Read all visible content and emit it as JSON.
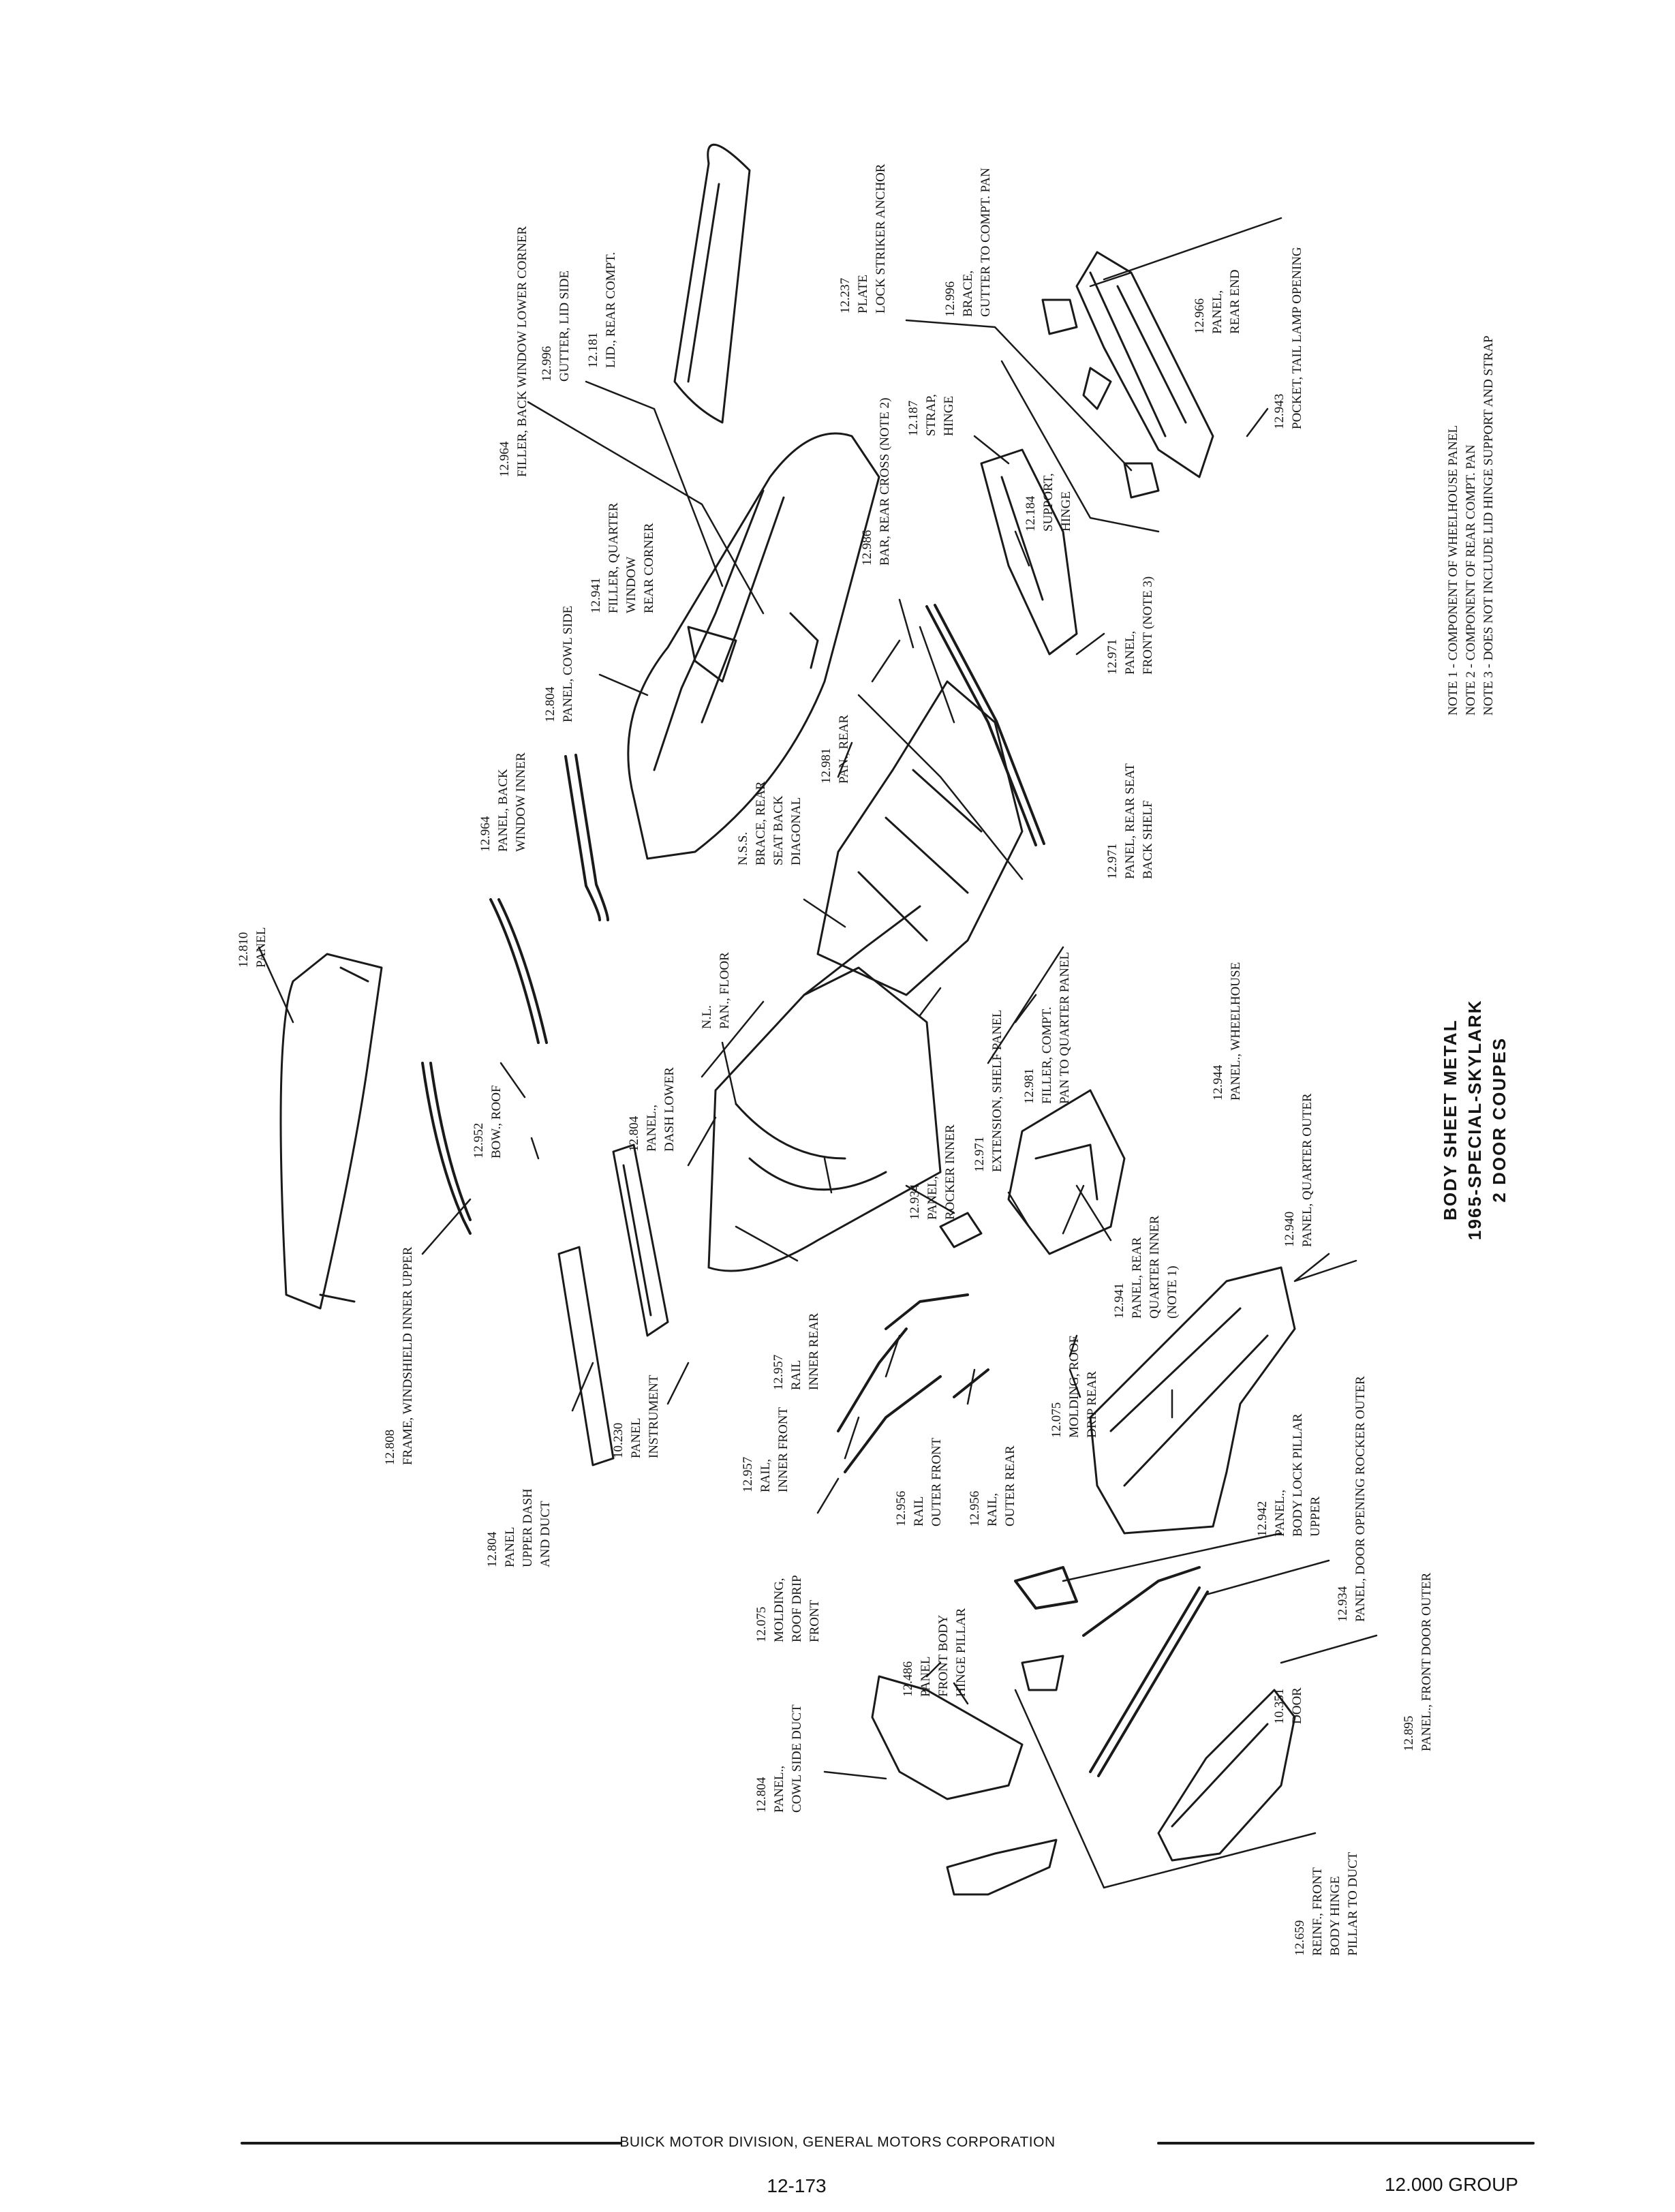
{
  "labels": {
    "filler_back_window": [
      "12.964",
      "FILLER, BACK WINDOW LOWER CORNER"
    ],
    "gutter_lid_side": [
      "12.996",
      "GUTTER, LID SIDE"
    ],
    "lid_rear_compt": [
      "12.181",
      "LID., REAR COMPT."
    ],
    "plate_lock_striker": [
      "12.237",
      "PLATE",
      "LOCK STRIKER ANCHOR"
    ],
    "brace_gutter": [
      "12.996",
      "BRACE,",
      "GUTTER TO COMPT. PAN"
    ],
    "panel_rear_end": [
      "12.966",
      "PANEL,",
      "REAR END"
    ],
    "pocket_tail_lamp": [
      "12.943",
      "POCKET, TAIL LAMP OPENING"
    ],
    "bar_rear_cross": [
      "12.986",
      "BAR, REAR CROSS (NOTE 2)"
    ],
    "strap_hinge": [
      "12.187",
      "STRAP,",
      "HINGE"
    ],
    "support_hinge": [
      "12.184",
      "SUPPORT,",
      "HINGE"
    ],
    "panel_front_note3": [
      "12.971",
      "PANEL,",
      "FRONT (NOTE 3)"
    ],
    "filler_quarter": [
      "12.941",
      "FILLER, QUARTER",
      "WINDOW",
      "REAR CORNER"
    ],
    "panel_cowl_side": [
      "12.804",
      "PANEL, COWL SIDE"
    ],
    "panel_back_window": [
      "12.964",
      "PANEL, BACK",
      "WINDOW INNER"
    ],
    "pan_rear": [
      "12.981",
      "PAN., REAR"
    ],
    "brace_rear_seat": [
      "N.S.S.",
      "BRACE, REAR",
      "SEAT BACK",
      "DIAGONAL"
    ],
    "panel_rear_seat": [
      "12.971",
      "PANEL, REAR SEAT",
      "BACK SHELF"
    ],
    "filler_compt_pan": [
      "12.981",
      "FILLER, COMPT.",
      "PAN TO QUARTER PANEL"
    ],
    "pan_floor": [
      "N.L.",
      "PAN., FLOOR"
    ],
    "panel_dash_lower": [
      "12.804",
      "PANEL.,",
      "DASH LOWER"
    ],
    "panel_rocker_inner": [
      "12.934",
      "PANEL,",
      "ROCKER INNER"
    ],
    "extension_shelf": [
      "12.971",
      "EXTENSION, SHELF PANEL"
    ],
    "panel_wheelhouse": [
      "12.944",
      "PANEL., WHEELHOUSE"
    ],
    "panel_quarter_inner": [
      "12.941",
      "PANEL, REAR",
      "QUARTER INNER",
      "(NOTE 1)"
    ],
    "panel_quarter_outer": [
      "12.940",
      "PANEL, QUARTER OUTER"
    ],
    "panel_810": [
      "12.810",
      "PANEL"
    ],
    "bow_roof": [
      "12.952",
      "BOW., ROOF"
    ],
    "frame_windshield": [
      "12.808",
      "FRAME, WINDSHIELD INNER UPPER"
    ],
    "panel_upper_dash": [
      "12.804",
      "PANEL",
      "UPPER DASH",
      "AND DUCT"
    ],
    "panel_instrument": [
      "10.230",
      "PANEL",
      "INSTRUMENT"
    ],
    "rail_inner_rear": [
      "12.957",
      "RAIL",
      "INNER REAR"
    ],
    "rail_inner_front": [
      "12.957",
      "RAIL,",
      "INNER FRONT"
    ],
    "molding_drip_rear": [
      "12.075",
      "MOLDING, ROOF",
      "DRIP REAR"
    ],
    "rail_outer_rear": [
      "12.956",
      "RAIL,",
      "OUTER REAR"
    ],
    "rail_outer_front": [
      "12.956",
      "RAIL",
      "OUTER FRONT"
    ],
    "molding_drip_front": [
      "12.075",
      "MOLDING,",
      "ROOF DRIP",
      "FRONT"
    ],
    "panel_pillar_upper": [
      "12.942",
      "PANEL.,",
      "BODY LOCK PILLAR",
      "UPPER"
    ],
    "panel_door_rocker": [
      "12.934",
      "PANEL, DOOR OPENING ROCKER OUTER"
    ],
    "panel_hinge_pillar": [
      "12.486",
      "PANEL",
      "FRONT BODY",
      "HINGE PILLAR"
    ],
    "panel_cowl_duct": [
      "12.804",
      "PANEL.,",
      "COWL SIDE DUCT"
    ],
    "door": [
      "10.351",
      "DOOR"
    ],
    "panel_door_outer": [
      "12.895",
      "PANEL., FRONT DOOR OUTER"
    ],
    "reinf_hinge_pillar": [
      "12.659",
      "REINF., FRONT",
      "BODY HINGE",
      "PILLAR TO DUCT"
    ]
  },
  "notes": [
    "NOTE 1 - COMPONENT OF WHEELHOUSE PANEL",
    "NOTE 2 - COMPONENT OF REAR COMPT. PAN",
    "NOTE 3 - DOES NOT INCLUDE LID HINGE SUPPORT AND STRAP"
  ],
  "title": [
    "BODY SHEET METAL",
    "1965-SPECIAL-SKYLARK",
    "2 DOOR COUPES"
  ],
  "footer": {
    "corporation": "BUICK MOTOR DIVISION, GENERAL MOTORS CORPORATION",
    "page_number": "12-173",
    "group": "12.000 GROUP"
  }
}
